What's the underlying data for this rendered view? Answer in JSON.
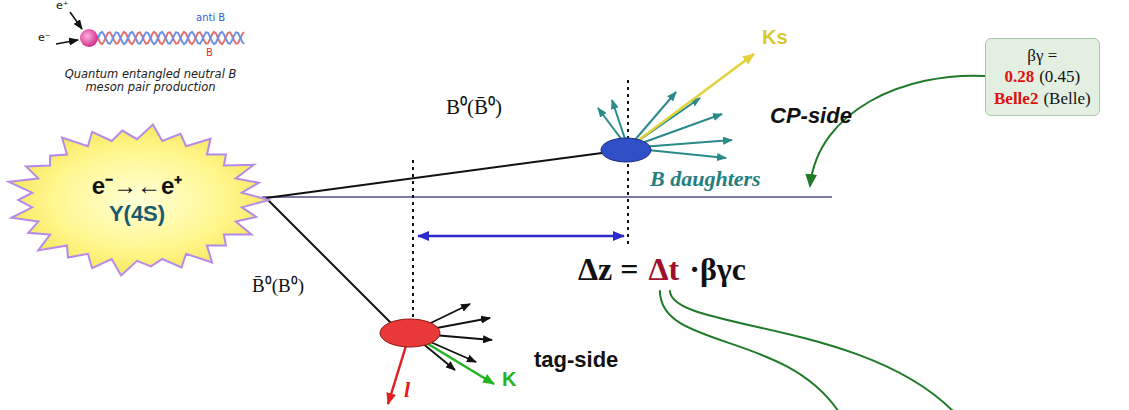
{
  "diagram": {
    "nodes": [
      {
        "text": [
          "e⁻→←e⁺",
          "Υ(4S)"
        ]
      },
      {
        "text": [
          "βγ =",
          "0.28",
          "(0.45)",
          "Belle2",
          "(Belle)"
        ]
      }
    ],
    "labels": [
      "e⁺",
      "e⁻",
      "anti B",
      "B",
      "Quantum entangled neutral B meson pair production",
      "B⁰(B̄⁰)",
      "Ks",
      "CP-side",
      "B daughters",
      "B̄⁰(B⁰)",
      "K",
      "tag-side",
      "l",
      "Δz =",
      "Δt",
      "·βγc"
    ]
  }
}
